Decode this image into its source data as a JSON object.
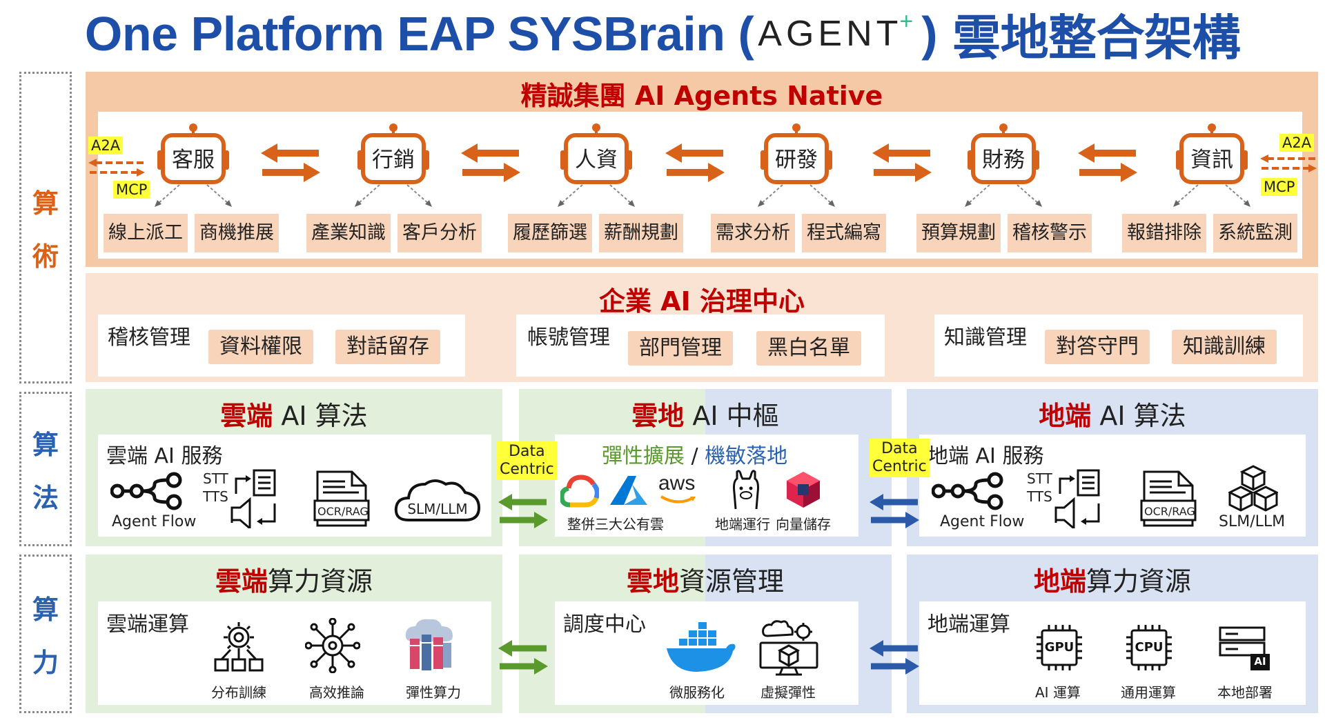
{
  "title": {
    "main": "One Platform EAP SYSBrain (",
    "agent": "AGENT",
    "plus": "+",
    "close": ")",
    "zh": "雲地整合架構"
  },
  "side_labels": {
    "algo_art": [
      "算",
      "術"
    ],
    "algo_method": [
      "算",
      "法"
    ],
    "algo_power": [
      "算",
      "力"
    ]
  },
  "agents_section": {
    "title": "精誠集團 AI Agents Native",
    "a2a": "A2A",
    "mcp": "MCP",
    "agents": [
      {
        "name": "客服",
        "tasks": [
          "線上派工",
          "商機推展"
        ]
      },
      {
        "name": "行銷",
        "tasks": [
          "產業知識",
          "客戶分析"
        ]
      },
      {
        "name": "人資",
        "tasks": [
          "履歷篩選",
          "薪酬規劃"
        ]
      },
      {
        "name": "研發",
        "tasks": [
          "需求分析",
          "程式編寫"
        ]
      },
      {
        "name": "財務",
        "tasks": [
          "預算規劃",
          "稽核警示"
        ]
      },
      {
        "name": "資訊",
        "tasks": [
          "報錯排除",
          "系統監測"
        ]
      }
    ]
  },
  "governance": {
    "title": "企業 AI 治理中心",
    "groups": [
      {
        "label": "稽核管理",
        "tags": [
          "資料權限",
          "對話留存"
        ]
      },
      {
        "label": "帳號管理",
        "tags": [
          "部門管理",
          "黑白名單"
        ]
      },
      {
        "label": "知識管理",
        "tags": [
          "對答守門",
          "知識訓練"
        ]
      }
    ]
  },
  "algo": {
    "cloud": {
      "title_red": "雲端",
      "title_rest": " AI 算法",
      "inner": "雲端 AI 服務",
      "agent_flow": "Agent Flow",
      "stt": "STT",
      "tts": "TTS",
      "ocr": "OCR/RAG",
      "slm": "SLM/LLM"
    },
    "hub": {
      "title_red": "雲地",
      "title_rest": " AI 中樞",
      "elastic": "彈性擴展",
      "slash": " / ",
      "sensitive": "機敏落地",
      "clouds_caption": "整併三大公有雲",
      "aws": "aws",
      "local_run": "地端運行",
      "vector": "向量儲存"
    },
    "local": {
      "title_red": "地端",
      "title_rest": " AI 算法",
      "inner": "地端 AI 服務",
      "agent_flow": "Agent Flow",
      "stt": "STT",
      "tts": "TTS",
      "ocr": "OCR/RAG",
      "slm": "SLM/LLM"
    },
    "data_centric": [
      "Data",
      "Centric"
    ]
  },
  "power": {
    "cloud": {
      "title_red": "雲端",
      "title_rest": "算力資源",
      "inner": "雲端運算",
      "items": [
        "分布訓練",
        "高效推論",
        "彈性算力"
      ]
    },
    "hub": {
      "title_red": "雲地",
      "title_rest": "資源管理",
      "inner": "調度中心",
      "items": [
        "微服務化",
        "虛擬彈性"
      ]
    },
    "local": {
      "title_red": "地端",
      "title_rest": "算力資源",
      "inner": "地端運算",
      "items": [
        "AI 運算",
        "通用運算",
        "本地部署"
      ],
      "gpu": "GPU",
      "cpu": "CPU",
      "ai": "AI"
    }
  },
  "colors": {
    "title_blue": "#1e4fa8",
    "orange": "#d9621a",
    "red": "#c00000",
    "green_arrow": "#5a9a2c",
    "blue_arrow": "#2b5aa8"
  }
}
